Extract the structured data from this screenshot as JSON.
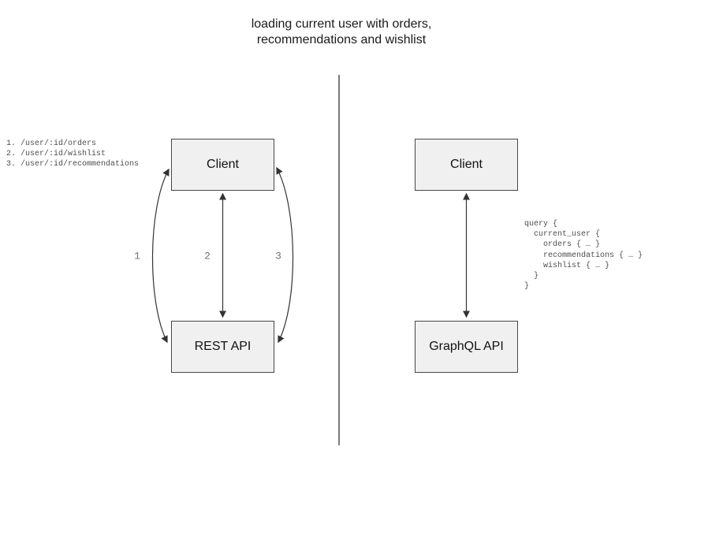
{
  "title": {
    "line1": "loading current user with orders,",
    "line2": "recommendations and wishlist"
  },
  "rest_side": {
    "endpoints": [
      "1. /user/:id/orders",
      "2. /user/:id/wishlist",
      "3. /user/:id/recommendations"
    ],
    "client_box": "Client",
    "api_box": "REST API",
    "arrow_labels": [
      "1",
      "2",
      "3"
    ]
  },
  "graphql_side": {
    "client_box": "Client",
    "api_box": "GraphQL API",
    "query_lines": [
      "query {",
      "  current_user {",
      "    orders { … }",
      "    recommendations { … }",
      "    wishlist { … }",
      "  }",
      "}"
    ]
  },
  "colors": {
    "background": "#ffffff",
    "box_fill": "#f0f0f0",
    "box_border": "#474747",
    "arrow_stroke": "#333333",
    "divider": "#6b6b6b",
    "code_text": "#4d4d4d",
    "arrow_label_text": "#707070",
    "title_text": "#1a1a1a"
  }
}
